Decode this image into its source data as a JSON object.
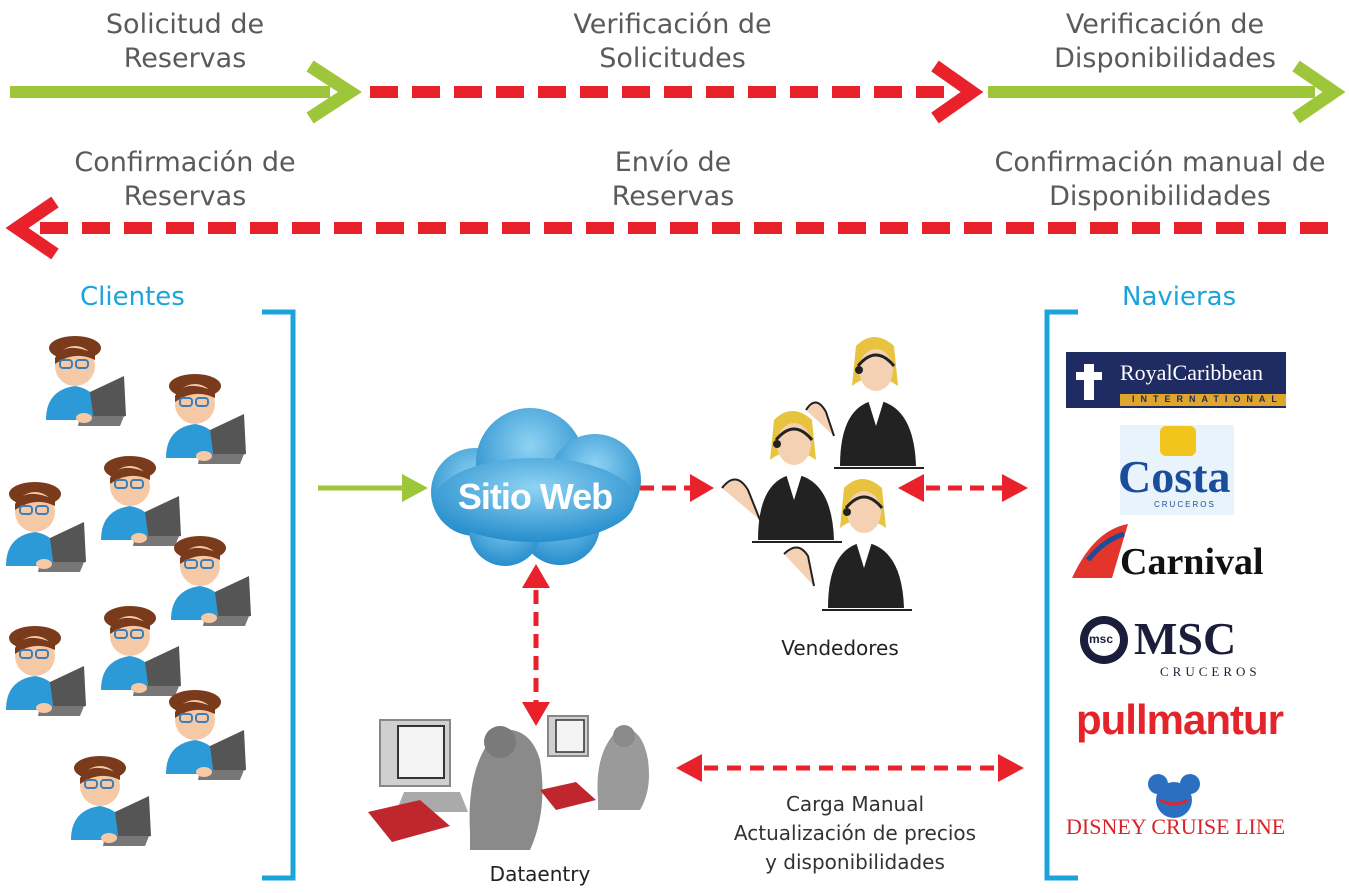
{
  "flow_top": {
    "step1": [
      "Solicitud de",
      "Reservas"
    ],
    "step2": [
      "Verificación de",
      "Solicitudes"
    ],
    "step3": [
      "Verificación de",
      "Disponibilidades"
    ]
  },
  "flow_bottom": {
    "step1": [
      "Confirmación de",
      "Reservas"
    ],
    "step2": [
      "Envío de",
      "Reservas"
    ],
    "step3": [
      "Confirmación manual de",
      "Disponibilidades"
    ]
  },
  "groups": {
    "clients": "Clientes",
    "shipping_lines": "Navieras"
  },
  "nodes": {
    "website": "Sitio Web",
    "sellers": "Vendedores",
    "dataentry": "Dataentry"
  },
  "manual_load": [
    "Carga Manual",
    "Actualización de precios",
    "y disponibilidades"
  ],
  "logos": {
    "royal_a": "RoyalCaribbean",
    "royal_b": "INTERNATIONAL",
    "costa_a": "Costa",
    "costa_b": "CRUCEROS",
    "carnival": "Carnival",
    "msc_a": "MSC",
    "msc_b": "CRUCEROS",
    "msc_mark": "msc",
    "pullmantur": "pullmantur",
    "disney": "DISNEY CRUISE LINE"
  },
  "colors": {
    "green": "#9dc63b",
    "red": "#e8212b",
    "blue": "#1ba4dc"
  }
}
